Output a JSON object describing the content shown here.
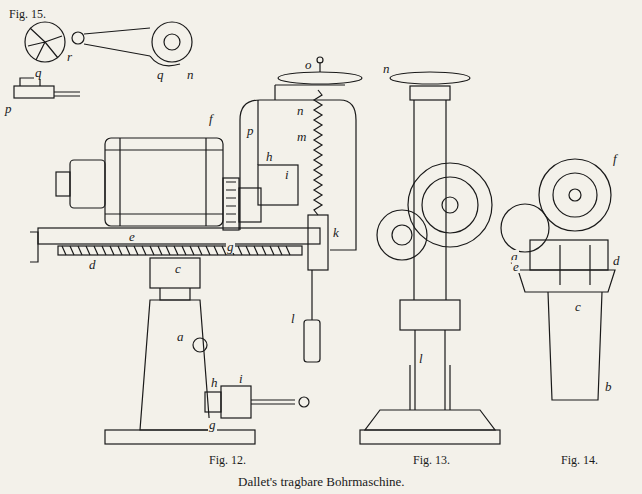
{
  "diagram": {
    "caption": "Dallet's tragbare Bohrmaschine.",
    "labels": [
      "Fig. 15.",
      "q",
      "r",
      "q",
      "n",
      "p",
      "f",
      "d",
      "e",
      "c",
      "a",
      "g",
      "h",
      "i",
      "k",
      "m",
      "l",
      "n",
      "o",
      "p",
      "h",
      "i",
      "g",
      "Fig. 12.",
      "n",
      "l",
      "Fig. 13.",
      "f",
      "g",
      "e",
      "d",
      "c",
      "b",
      "Fig. 14."
    ]
  }
}
